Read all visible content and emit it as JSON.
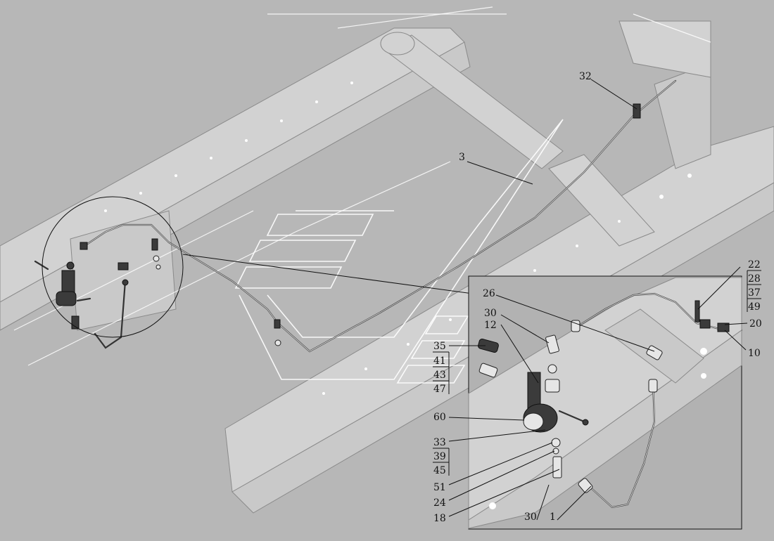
{
  "diagram": {
    "callouts": [
      {
        "id": "c32",
        "text": "32"
      },
      {
        "id": "c3",
        "text": "3"
      },
      {
        "id": "c22",
        "text": "22"
      },
      {
        "id": "c28",
        "text": "28"
      },
      {
        "id": "c37",
        "text": "37"
      },
      {
        "id": "c49",
        "text": "49"
      },
      {
        "id": "c20",
        "text": "20"
      },
      {
        "id": "c10",
        "text": "10"
      },
      {
        "id": "c26",
        "text": "26"
      },
      {
        "id": "c30a",
        "text": "30"
      },
      {
        "id": "c12",
        "text": "12"
      },
      {
        "id": "c35",
        "text": "35"
      },
      {
        "id": "c41",
        "text": "41"
      },
      {
        "id": "c43",
        "text": "43"
      },
      {
        "id": "c47",
        "text": "47"
      },
      {
        "id": "c60",
        "text": "60"
      },
      {
        "id": "c33",
        "text": "33"
      },
      {
        "id": "c39",
        "text": "39"
      },
      {
        "id": "c45",
        "text": "45"
      },
      {
        "id": "c51",
        "text": "51"
      },
      {
        "id": "c24",
        "text": "24"
      },
      {
        "id": "c18",
        "text": "18"
      },
      {
        "id": "c30b",
        "text": "30"
      },
      {
        "id": "c1",
        "text": "1"
      }
    ]
  }
}
